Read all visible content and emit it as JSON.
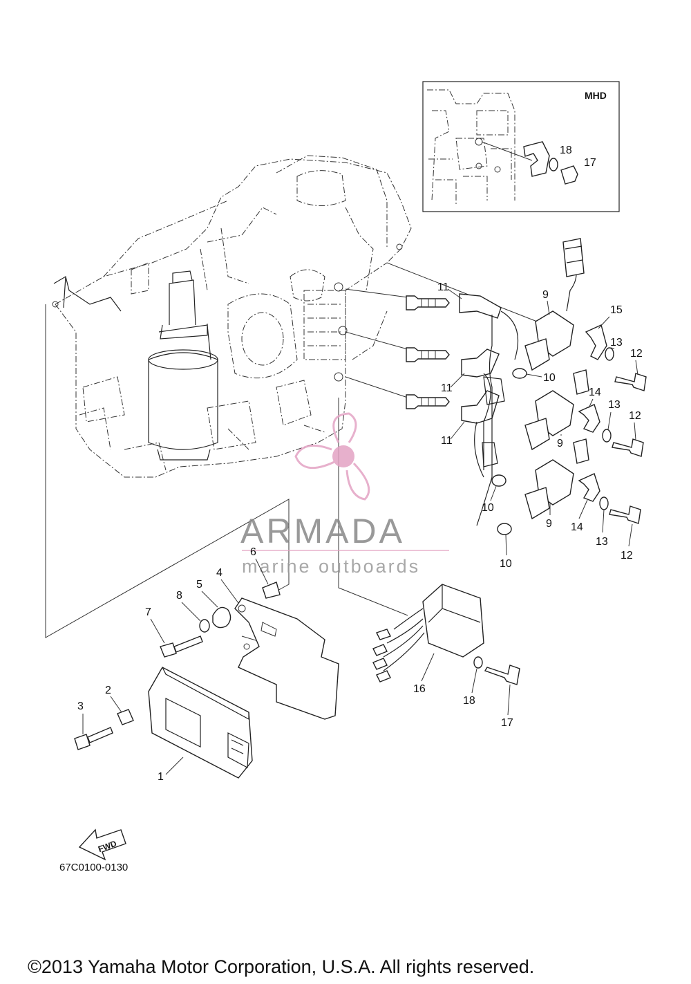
{
  "inset": {
    "label": "MHD"
  },
  "callouts": {
    "c1": "1",
    "c2": "2",
    "c3": "3",
    "c4": "4",
    "c5": "5",
    "c6": "6",
    "c7": "7",
    "c8": "8",
    "c9a": "9",
    "c9b": "9",
    "c9c": "9",
    "c10a": "10",
    "c10b": "10",
    "c10c": "10",
    "c11a": "11",
    "c11b": "11",
    "c11c": "11",
    "c12a": "12",
    "c12b": "12",
    "c12c": "12",
    "c13a": "13",
    "c13b": "13",
    "c13c": "13",
    "c14a": "14",
    "c14b": "14",
    "c15": "15",
    "c16": "16",
    "c17a": "17",
    "c17b": "17",
    "c18a": "18",
    "c18b": "18"
  },
  "fwd_label": "FWD",
  "diagram_code": "67C0100-0130",
  "watermark": {
    "title": "ARMADA",
    "subtitle": "marine outboards",
    "color": "#e3a3c4"
  },
  "copyright": "©2013 Yamaha Motor Corporation, U.S.A. All rights reserved."
}
